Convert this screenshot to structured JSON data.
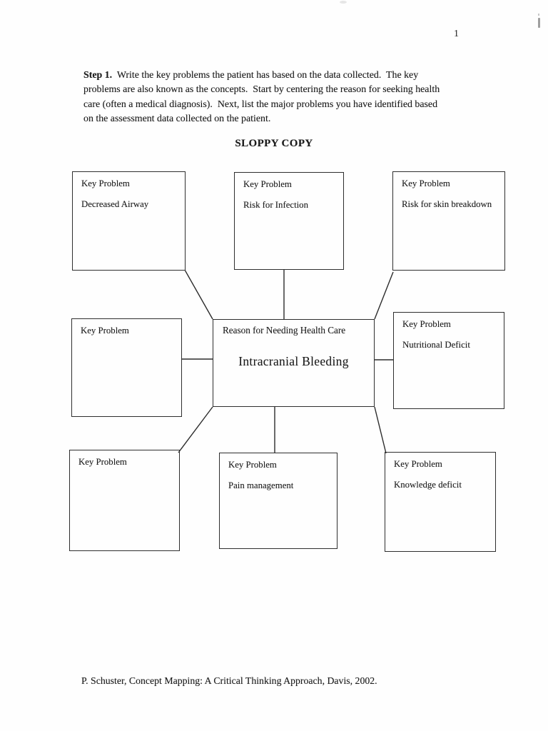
{
  "page": {
    "number": "1",
    "footer": "P. Schuster, Concept Mapping: A Critical Thinking Approach, Davis, 2002."
  },
  "instructions": {
    "step_label": "Step 1.",
    "line1_rest": "  Write the key problems the patient has based on the data collected.  The key",
    "line2": "problems are also known as the concepts.  Start by centering the reason for seeking health",
    "line3": "care (often a medical diagnosis).  Next, list the major problems you have identified based",
    "line4": "on the assessment data collected on the patient."
  },
  "diagram": {
    "title": "SLOPPY COPY",
    "center_box": {
      "label": "Reason for Needing Health Care",
      "value": "Intracranial Bleeding"
    },
    "boxes": [
      {
        "position": "top-left",
        "label": "Key Problem",
        "value": "Decreased Airway"
      },
      {
        "position": "top-center",
        "label": "Key Problem",
        "value": "Risk for Infection"
      },
      {
        "position": "top-right",
        "label": "Key Problem",
        "value": "Risk for skin breakdown"
      },
      {
        "position": "middle-left",
        "label": "Key Problem",
        "value": ""
      },
      {
        "position": "middle-right",
        "label": "Key Problem",
        "value": "Nutritional Deficit"
      },
      {
        "position": "bottom-left",
        "label": "Key Problem",
        "value": ""
      },
      {
        "position": "bottom-center",
        "label": "Key Problem",
        "value": "Pain management"
      },
      {
        "position": "bottom-right",
        "label": "Key Problem",
        "value": "Knowledge deficit"
      }
    ]
  }
}
